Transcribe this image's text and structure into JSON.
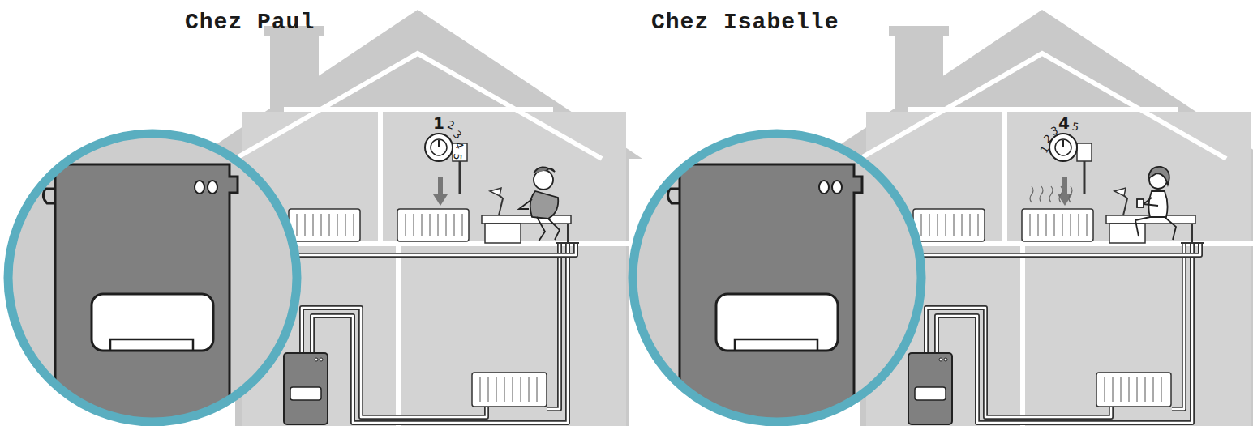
{
  "diagram": {
    "labels": [
      "Chez Paul",
      "1",
      "2",
      "3",
      "4",
      "5",
      "Chez Isabelle",
      "1",
      "2",
      "3",
      "4",
      "5"
    ]
  }
}
